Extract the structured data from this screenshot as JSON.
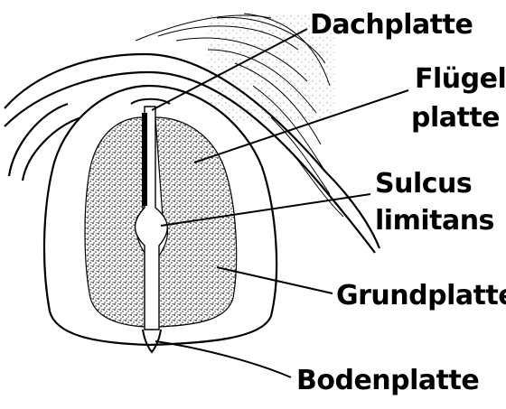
{
  "labels": {
    "dachplatte": "Dachplatte",
    "fluegelplatte_line1": "Flügel-",
    "fluegelplatte_line2": "platte",
    "sulcus_line1": "Sulcus",
    "sulcus_line2": "limitans",
    "grundplatte": "Grundplatte",
    "bodenplatte": "Bodenplatte"
  },
  "colors": {
    "ink": "#000000",
    "background": "#ffffff",
    "stipple": "#1a1a1a"
  }
}
